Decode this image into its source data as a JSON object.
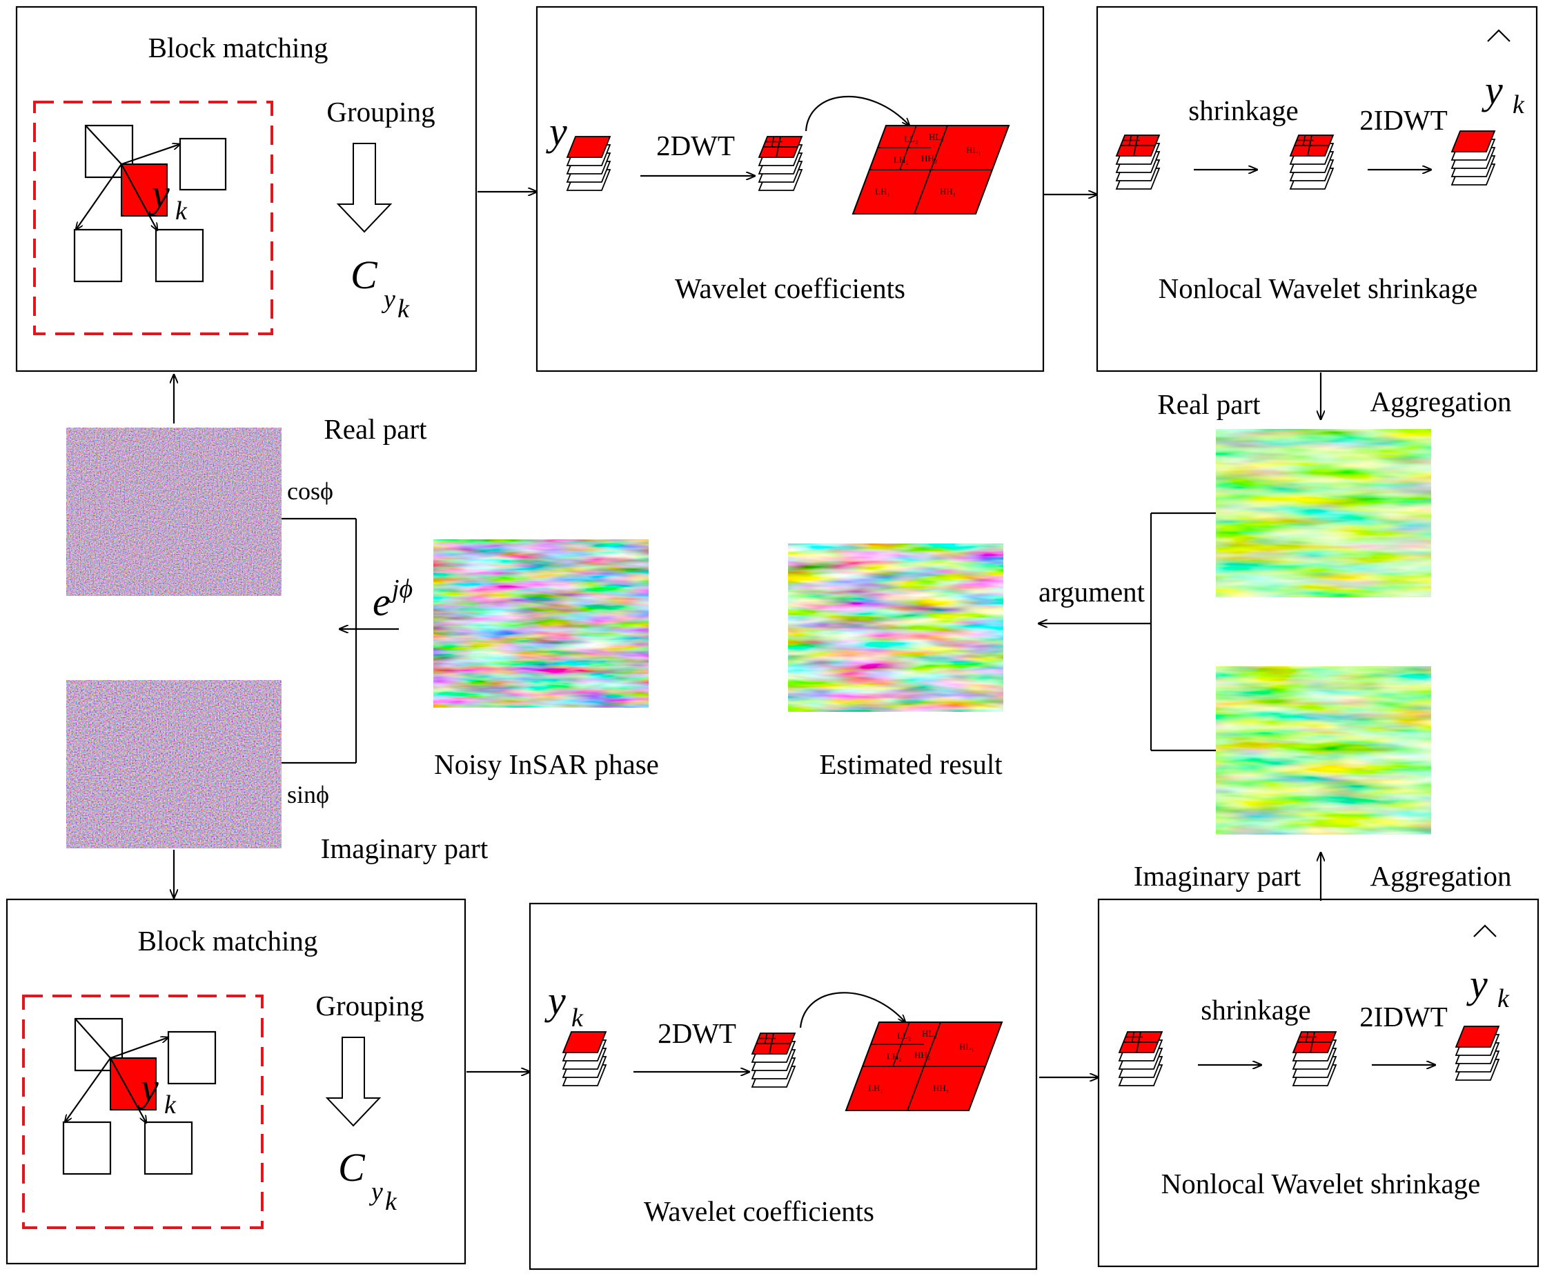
{
  "labels": {
    "block_matching": "Block matching",
    "grouping": "Grouping",
    "dwt": "2DWT",
    "idwt": "2IDWT",
    "shrinkage": "shrinkage",
    "wavelet_coefficients": "Wavelet coefficients",
    "nonlocal_wavelet_shrinkage": "Nonlocal Wavelet shrinkage",
    "real_part": "Real part",
    "imaginary_part": "Imaginary part",
    "aggregation": "Aggregation",
    "argument": "argument",
    "noisy_insar_phase": "Noisy InSAR phase",
    "estimated_result": "Estimated result"
  },
  "math": {
    "y": "y",
    "k": "k",
    "C": "C",
    "cos_phi": "cosϕ",
    "sin_phi": "sinϕ",
    "e": "e",
    "j_phi": "jϕ",
    "hat": "⁀"
  },
  "subbands": {
    "ll2": "LL₂",
    "hl2": "HL₂",
    "lh2": "LH₂",
    "hh2": "HH₂",
    "hl1": "HL₁",
    "lh1": "LH₁",
    "hh1": "HH₁"
  },
  "colors": {
    "block_red": "#ff0000",
    "search_window": "#e8141c",
    "line": "#000000"
  }
}
